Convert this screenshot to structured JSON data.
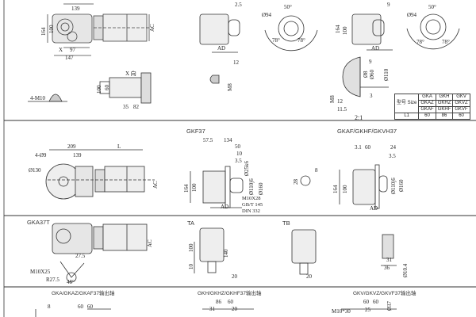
{
  "sections": {
    "gka": {
      "dims": [
        "139",
        "164",
        "100",
        "AC",
        "X",
        "97",
        "147",
        "4-M10",
        "X 向",
        "100",
        "60",
        "35",
        "82"
      ]
    },
    "gkh_detail": {
      "dims": [
        "2.5",
        "AD",
        "12",
        "M8"
      ]
    },
    "angle_view_1": {
      "dims": [
        "Ø94",
        "50°",
        "78°",
        "78°"
      ]
    },
    "gkv_detail": {
      "dims": [
        "9",
        "164",
        "100",
        "AD"
      ]
    },
    "angle_view_2": {
      "dims": [
        "Ø94",
        "50°",
        "78°",
        "78°"
      ]
    },
    "shaft_detail": {
      "dims": [
        "9",
        "Ø8",
        "Ø60",
        "Ø110",
        "M8",
        "3",
        "12",
        "11.5"
      ],
      "scale": "2:1"
    },
    "size_table": {
      "header_label": "型号 Size",
      "columns": [
        [
          "GKA",
          "GKAZ",
          "GKAF"
        ],
        [
          "GKH",
          "GKHZ",
          "GKHF"
        ],
        [
          "GKV",
          "GKVZ",
          "GKVF"
        ]
      ],
      "row_label": "L1",
      "values": [
        "60",
        "86",
        "60"
      ]
    },
    "gkf37_left": {
      "dims": [
        "209",
        "L",
        "4-Ø9",
        "139",
        "Ø130",
        "AC"
      ]
    },
    "gkf37": {
      "title": "GKF37",
      "dims": [
        "57.5",
        "134",
        "50",
        "10",
        "3.5",
        "Ø25k6",
        "Ø110j6",
        "Ø160",
        "164",
        "100",
        "AD"
      ],
      "note": [
        "M10X28",
        "GB/T 145",
        "DIN 332"
      ]
    },
    "gkaf": {
      "title": "GKAF/GKHF/GKVH37",
      "dims": [
        "8",
        "28",
        "3.1",
        "60",
        "24",
        "3.5",
        "Ø110j6",
        "Ø160",
        "164",
        "100",
        "AD"
      ]
    },
    "gka37t": {
      "title": "GKA37T",
      "dims": [
        "AC",
        "M10X25",
        "R27.5",
        "48°",
        "27.5"
      ]
    },
    "ta": {
      "title": "TA",
      "dims": [
        "100",
        "140",
        "10",
        "20"
      ]
    },
    "tb": {
      "title": "TB",
      "dims": [
        "20"
      ]
    },
    "shaft_key": {
      "dims": [
        "31",
        "36",
        "Ø10.4"
      ]
    },
    "outputs": {
      "a": {
        "title": "GKA/GKAZ/GKAF37输出轴",
        "dims": [
          "8",
          "60",
          "60"
        ]
      },
      "h": {
        "title": "GKH/GKHZ/GKHF37输出轴",
        "dims": [
          "86",
          "60",
          "31",
          "20"
        ]
      },
      "v": {
        "title": "GKV/GKVZ/GKVF37输出轴",
        "dims": [
          "60",
          "60",
          "M10*30",
          "25",
          "Ø37"
        ]
      }
    }
  }
}
